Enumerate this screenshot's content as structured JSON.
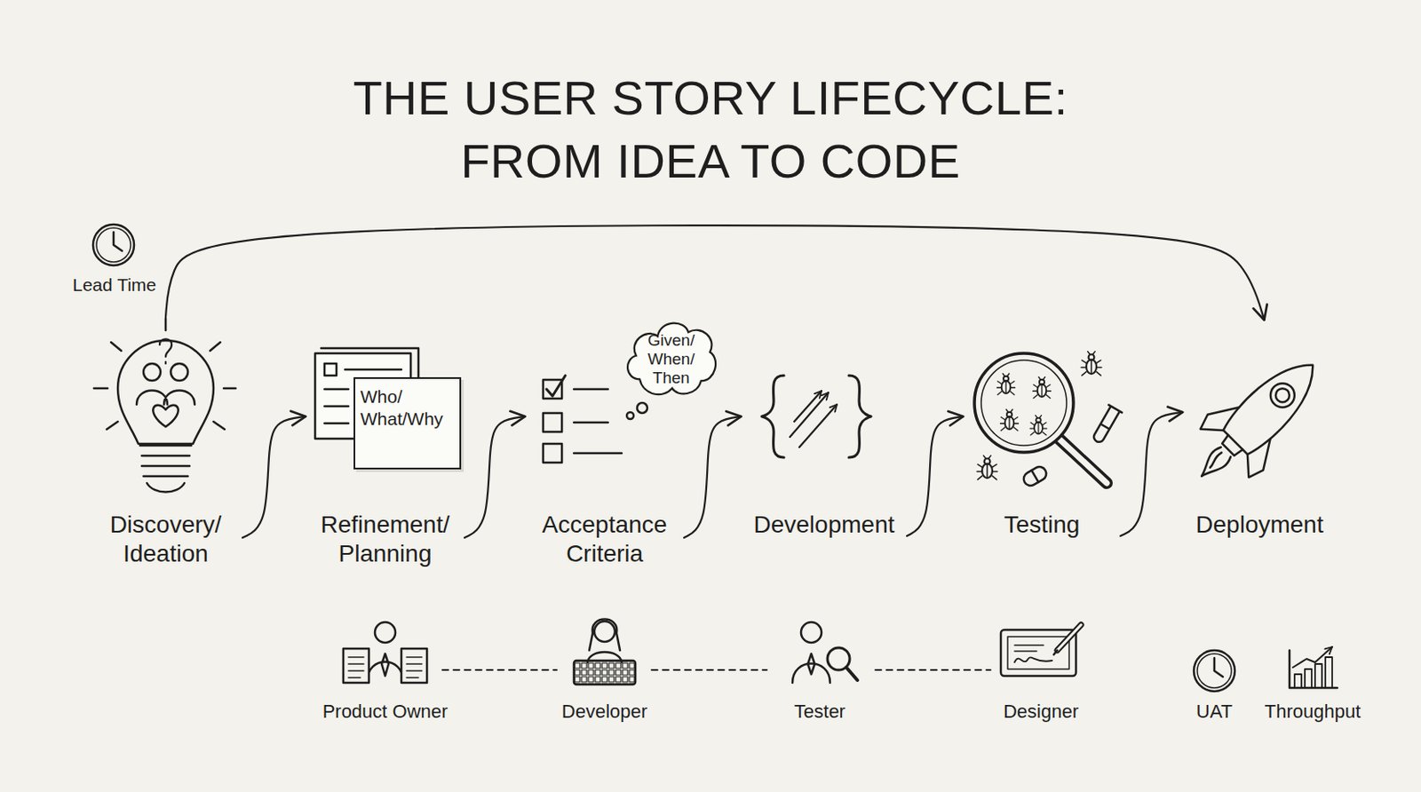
{
  "diagram": {
    "title": "THE USER STORY LIFECYCLE: FROM IDEA TO CODE",
    "nodes": [
      {
        "text": [
          "Discovery/ Ideation"
        ]
      },
      {
        "text": [
          "Refinement/ Planning"
        ]
      },
      {
        "text": [
          "Who/ What/Why"
        ]
      },
      {
        "text": [
          "Acceptance Criteria"
        ]
      },
      {
        "text": [
          "Given/ When/ Then"
        ]
      },
      {
        "text": [
          "Development"
        ]
      },
      {
        "text": [
          "Testing"
        ]
      },
      {
        "text": [
          "Deployment"
        ]
      }
    ],
    "edges": [
      {
        "from": 0,
        "to": 1,
        "arrow": "to"
      },
      {
        "from": 1,
        "to": 3,
        "arrow": "to"
      },
      {
        "from": 3,
        "to": 5,
        "arrow": "to"
      },
      {
        "from": 5,
        "to": 6,
        "arrow": "to"
      },
      {
        "from": 6,
        "to": 7,
        "arrow": "to"
      },
      {
        "from": 0,
        "to": 7,
        "arrow": "to"
      }
    ],
    "labels": [
      "Lead Time",
      "Product Owner",
      "Developer",
      "Tester",
      "Designer",
      "UAT",
      "Throughput"
    ]
  }
}
